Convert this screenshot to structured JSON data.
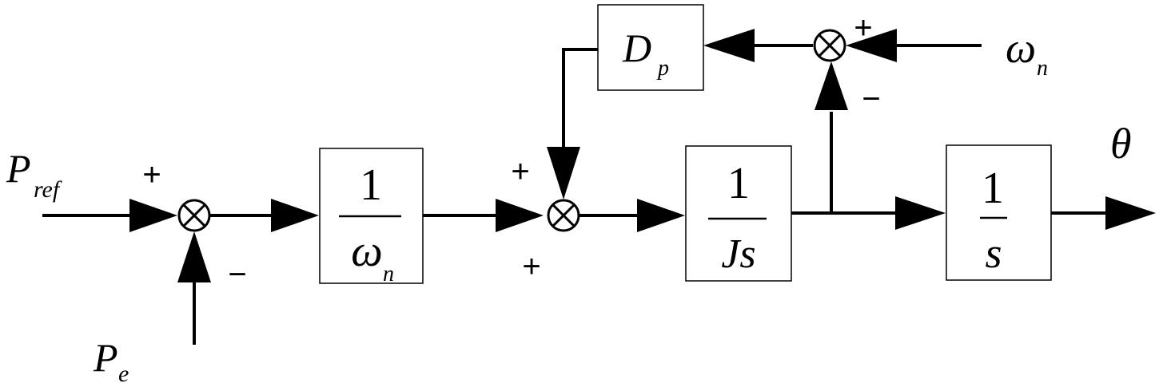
{
  "inputs": {
    "p_ref": {
      "main": "P",
      "sub": "ref"
    },
    "p_e": {
      "main": "P",
      "sub": "e"
    },
    "omega_n": {
      "main": "ω",
      "sub": "n"
    }
  },
  "output": {
    "theta": "θ"
  },
  "blocks": {
    "inv_omega": {
      "numerator": "1",
      "den_main": "ω",
      "den_sub": "n"
    },
    "d_p": {
      "main": "D",
      "sub": "p"
    },
    "inv_js": {
      "numerator": "1",
      "denominator": "Js"
    },
    "inv_s": {
      "numerator": "1",
      "denominator": "s"
    }
  },
  "signs": {
    "sum1_plus": "+",
    "sum1_minus": "−",
    "sum2_plus_top": "+",
    "sum2_plus_bottom": "+",
    "sum3_plus": "+",
    "sum3_minus": "−"
  }
}
